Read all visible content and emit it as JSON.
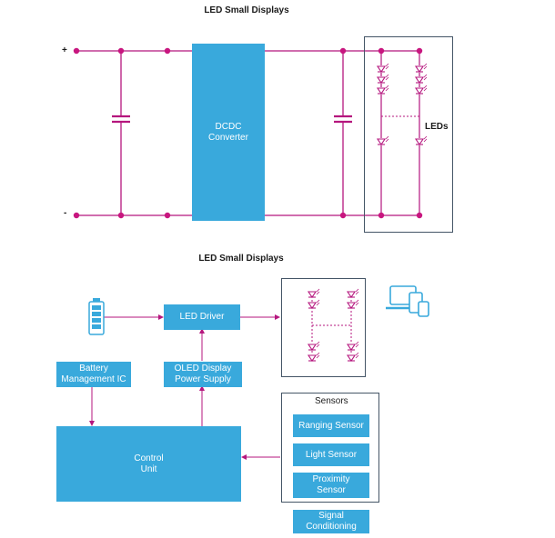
{
  "top": {
    "title": "LED Small Displays",
    "plus_label": "+",
    "minus_label": "-",
    "converter_line1": "DCDC",
    "converter_line2": "Converter",
    "leds_label": "LEDs"
  },
  "bottom": {
    "title": "LED Small Displays",
    "led_driver": "LED Driver",
    "battery_ic_line1": "Battery",
    "battery_ic_line2": "Management IC",
    "oled_line1": "OLED Display",
    "oled_line2": "Power Supply",
    "control_line1": "Control",
    "control_line2": "Unit",
    "sensors_title": "Sensors",
    "ranging": "Ranging Sensor",
    "light": "Light Sensor",
    "proximity_line1": "Proximity",
    "proximity_line2": "Sensor",
    "signal_line1": "Signal",
    "signal_line2": "Conditioning"
  },
  "colors": {
    "wire": "#b5167e",
    "node": "#c8167f",
    "block": "#39a9dc",
    "frame": "#445566"
  },
  "icons": [
    "battery-icon",
    "devices-icon",
    "led-icon",
    "capacitor-icon"
  ]
}
